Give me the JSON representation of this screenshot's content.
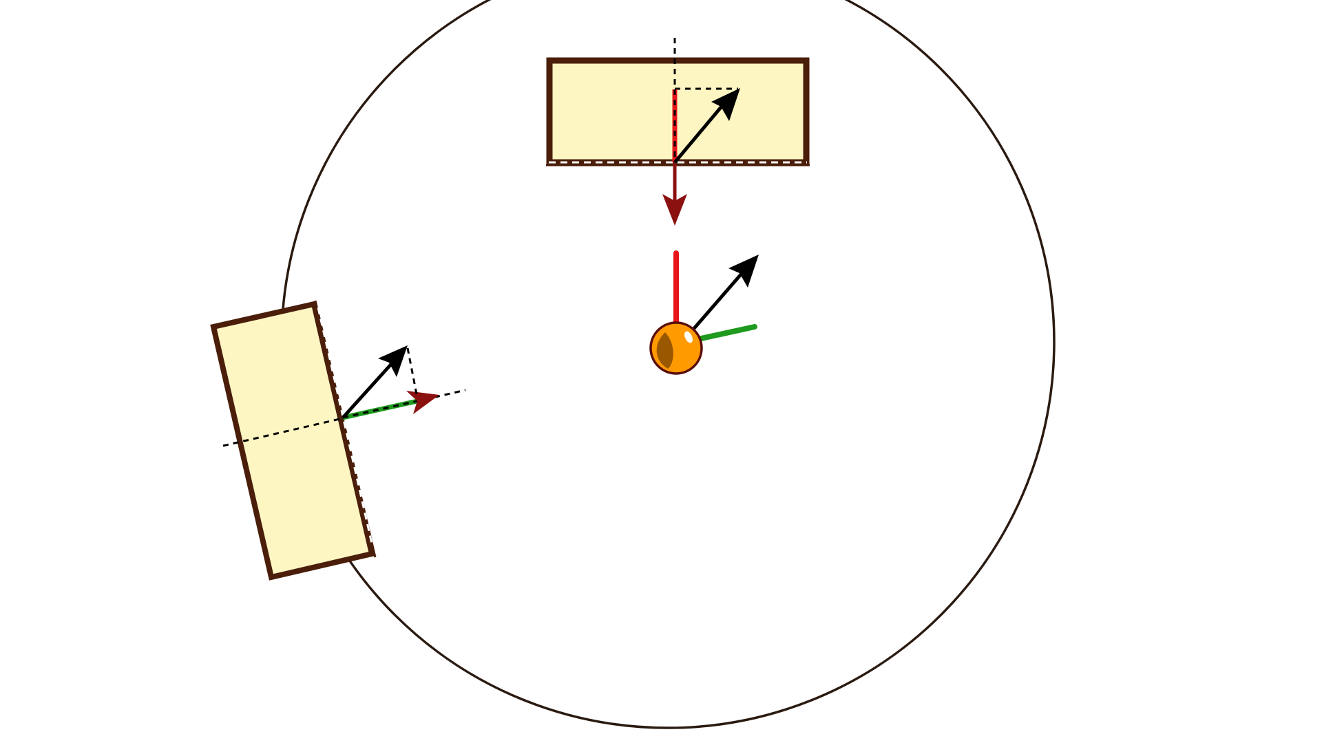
{
  "colors": {
    "background": "#ffffff",
    "circle_stroke": "#2a1a10",
    "block_fill": "#fdf6c3",
    "block_stroke": "#4a1e0a",
    "contact_surface_dash": "#ffffff",
    "guide_dash": "#000000",
    "velocity_vector": "#000000",
    "normal_component": "#e8161a",
    "normal_arrow": "#8b1010",
    "tangential_component": "#1e9a1e",
    "ball_fill": "#ff9a00",
    "ball_shadow": "#995800",
    "ball_stroke": "#5a0e0e"
  },
  "elements": {
    "main_circle": "circle",
    "top_block": "wall-segment",
    "left_block": "wall-segment",
    "ball": "ball"
  }
}
